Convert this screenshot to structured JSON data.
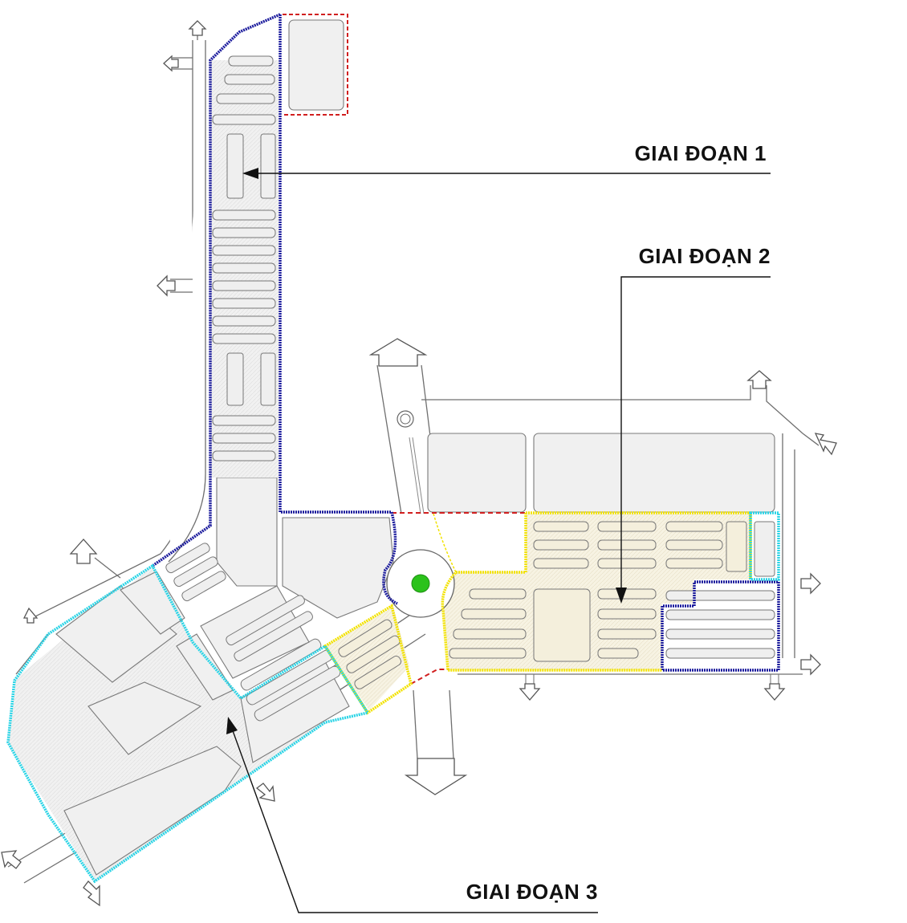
{
  "labels": {
    "phase1": "GIAI ĐOẠN 1",
    "phase2": "GIAI ĐOẠN 2",
    "phase3": "GIAI ĐOẠN 3"
  },
  "colors": {
    "phase1_boundary": "#1a1a9c",
    "phase2_boundary": "#f2e200",
    "phase3_boundary": "#2ad4e6",
    "reserve_boundary": "#d11f1f",
    "roundabout_center": "#2bc21b",
    "phase2_fill": "#f6f2e4"
  }
}
